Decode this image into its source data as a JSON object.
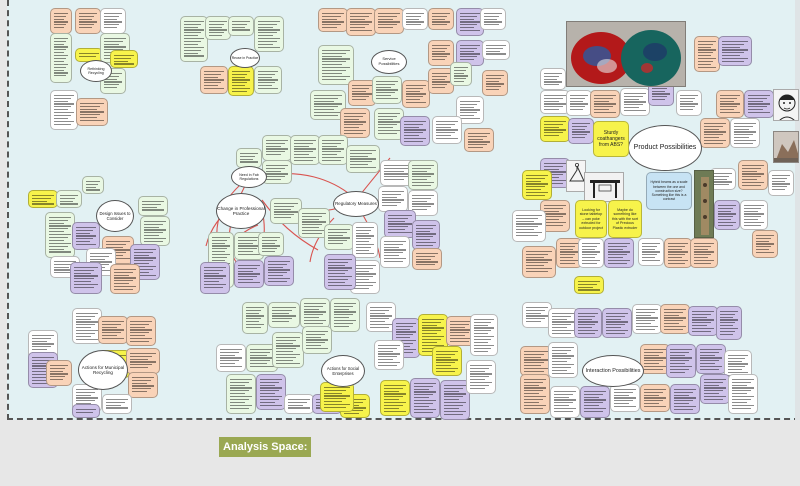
{
  "analysis_label": "Analysis Space:",
  "clouds": {
    "rethinking": "Rethinking Recycling",
    "reuse": "Reuse in Practice",
    "service": "Service Possibilities",
    "product": "Product Possibilities",
    "need": "Need in Fab Regulations",
    "regulatory": "Regulatory Measures",
    "change": "Change in Professional Practice",
    "design": "Design Issues to Consider",
    "municipal": "Actions for Municipal Recycling",
    "social": "Actions for Social Enterprises",
    "interaction": "Interaction Possibilities"
  },
  "stickers": {
    "sturdy": "Sturdy coathangers from ABS?",
    "looking": "Looking for stone tabletop – can poke extruded for outdoor project",
    "maybe": "Maybe do something like this with the sort of Precious Plastic extruder",
    "hybrid": "Hybrid beams as a scale between the one and construction size? Something like this is a contrast"
  },
  "colors": {
    "canvas": "#e2f1f3",
    "green_note": "#e9f8e3",
    "orange_note": "#f9d3b8",
    "purple_note": "#cfc3ea",
    "yellow_note": "#f7f34b",
    "blue_note": "#c7e3f4",
    "connector": "#d9534f",
    "analysis_label_bg": "#9aa852"
  }
}
